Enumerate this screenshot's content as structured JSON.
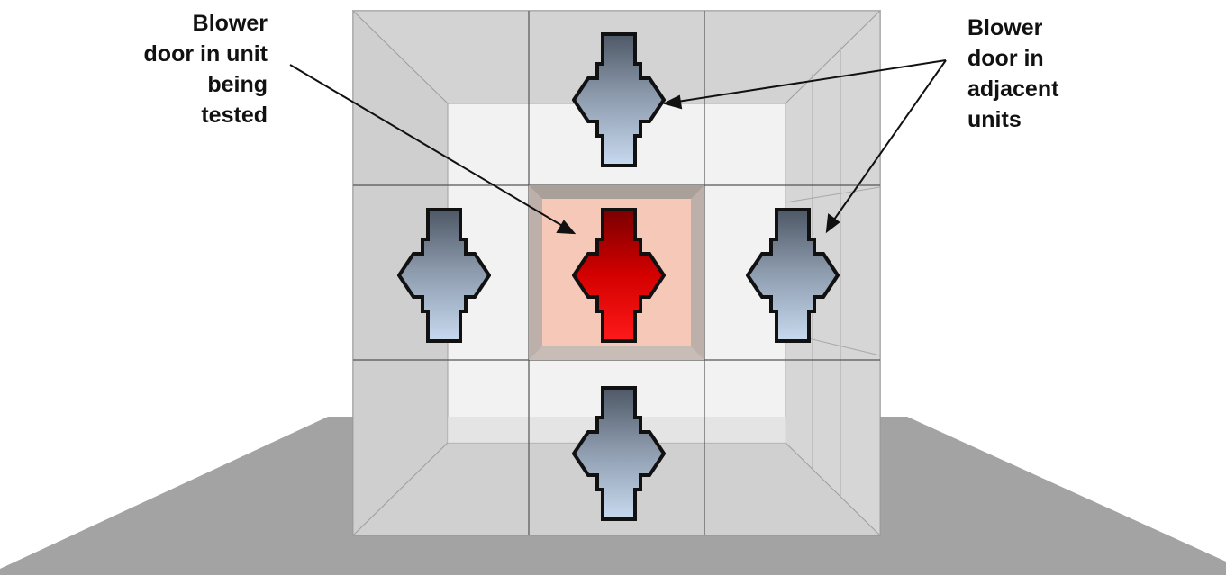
{
  "labels": {
    "tested_unit": [
      "Blower",
      "door in unit",
      "being",
      "tested"
    ],
    "adjacent_units": [
      "Blower",
      "door in",
      "adjacent",
      "units"
    ]
  },
  "colors": {
    "tested_unit_fill": "#f6c8b8",
    "tested_arrow_dark": "#7a0000",
    "tested_arrow_light": "#ff1a1a",
    "adjacent_arrow_dark": "#4e5866",
    "adjacent_arrow_light": "#c8daf0",
    "floor": "#a3a3a3",
    "building": "#c8c8c8",
    "building_back": "#f0f0f0"
  },
  "icons": {
    "tested": "red-double-arrow-cross-icon",
    "adjacent": "blue-double-arrow-cross-icon"
  }
}
